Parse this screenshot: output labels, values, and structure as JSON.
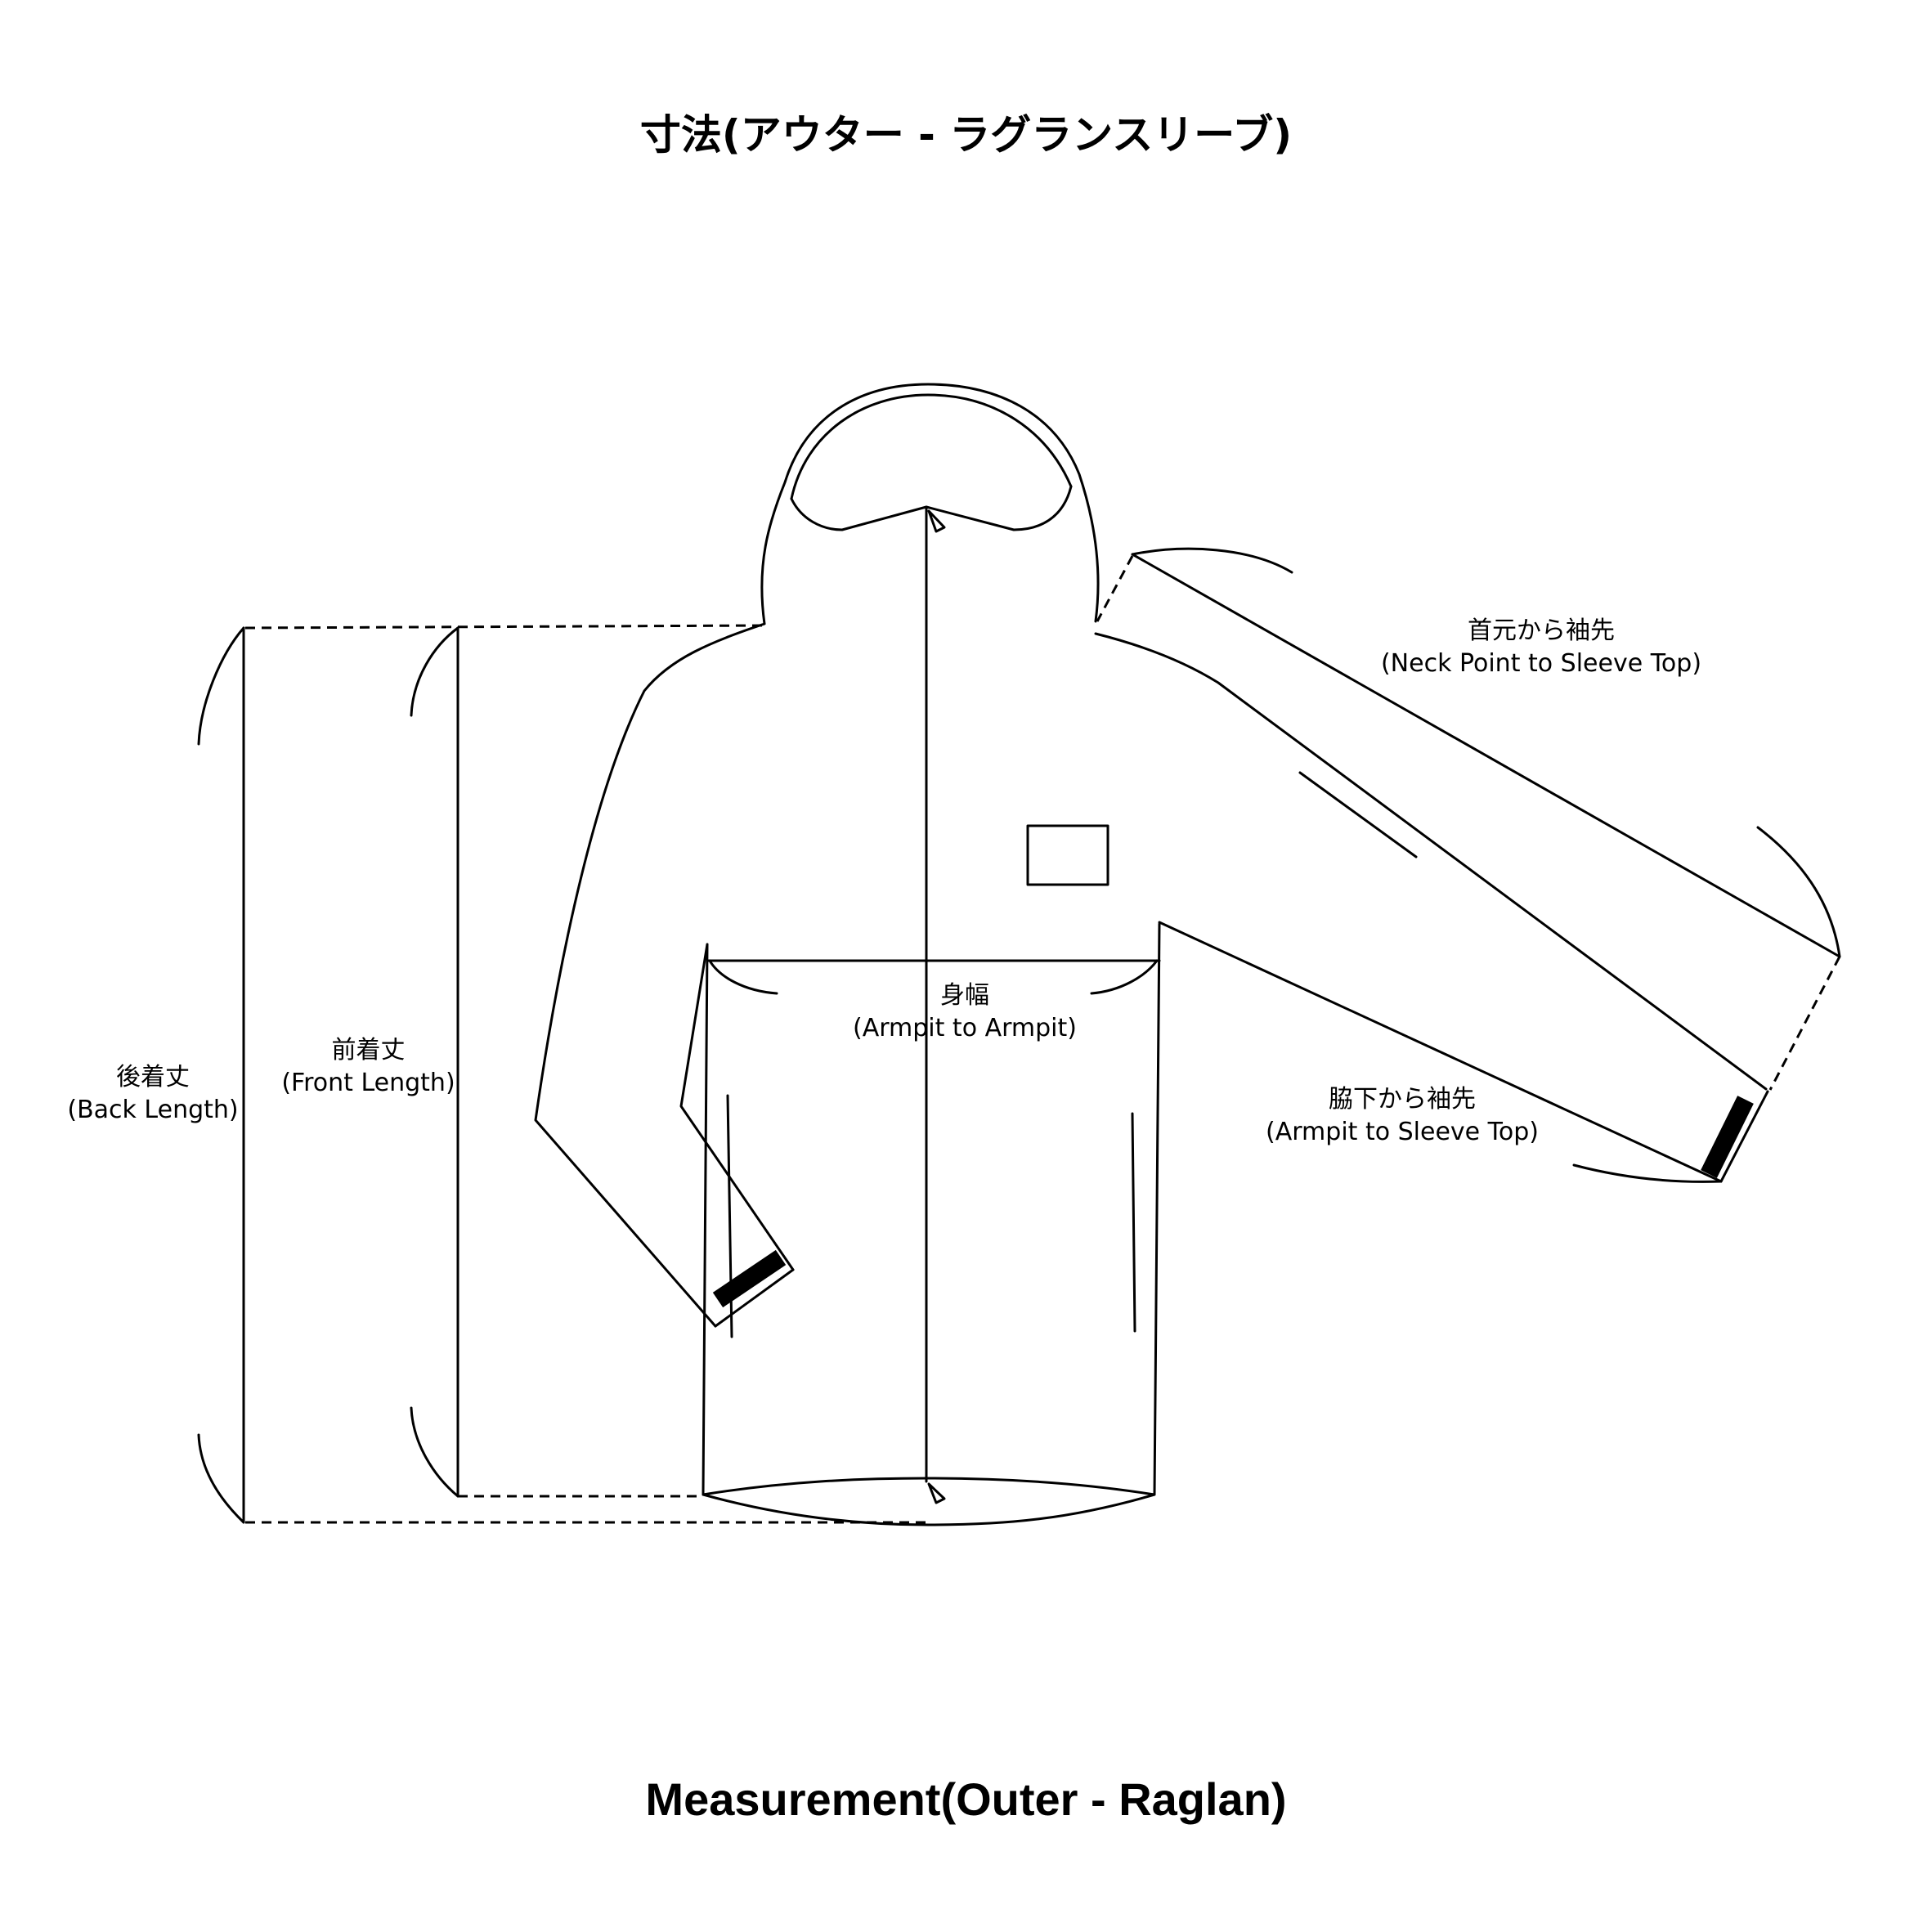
{
  "title_jp": "寸法(アウター - ラグランスリーブ)",
  "title_en": "Measurement(Outer - Raglan)",
  "labels": {
    "back_length": {
      "jp": "後着丈",
      "en": "(Back Length)"
    },
    "front_length": {
      "jp": "前着丈",
      "en": "(Front Length)"
    },
    "chest_width": {
      "jp": "身幅",
      "en": "(Armpit to Armpit)"
    },
    "neck_to_sleeve": {
      "jp": "首元から袖先",
      "en": "(Neck Point to Sleeve Top)"
    },
    "armpit_to_sleeve": {
      "jp": "脇下から袖先",
      "en": "(Armpit to Sleeve Top)"
    }
  },
  "colors": {
    "line": "#000000",
    "background": "#ffffff"
  }
}
